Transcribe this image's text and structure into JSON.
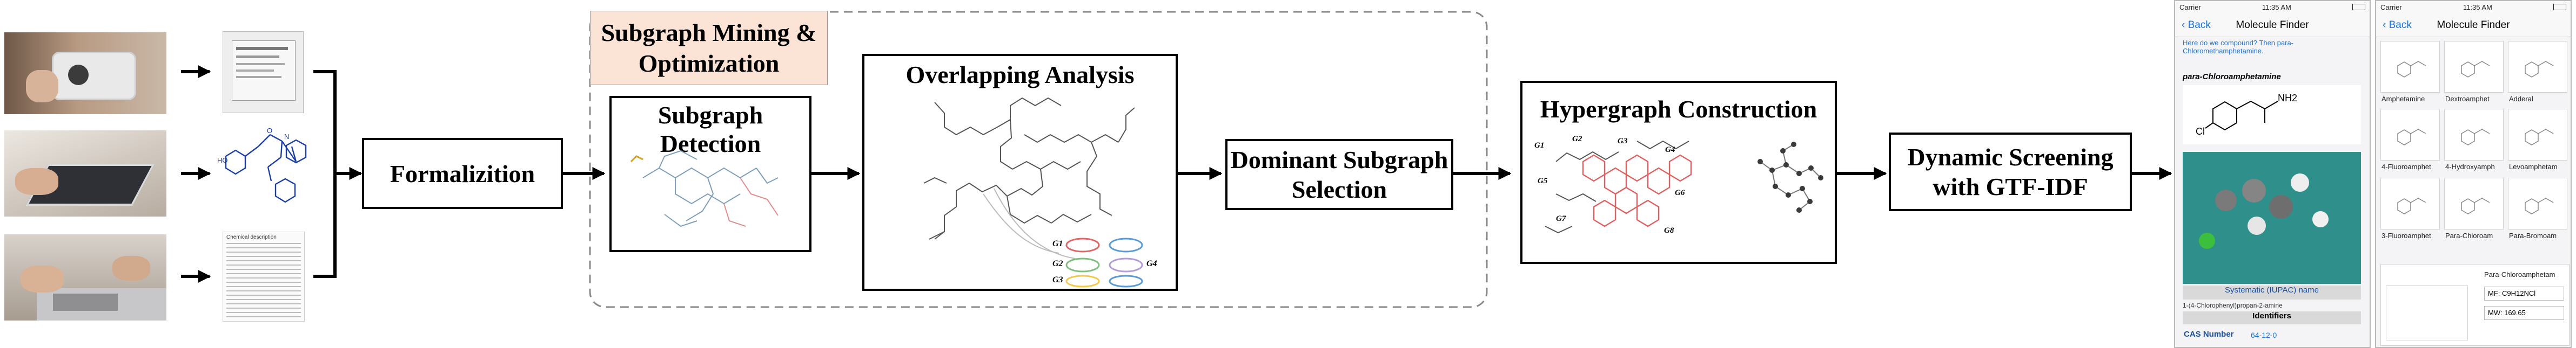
{
  "panels": {
    "mining_title": "Subgraph Mining & Optimization",
    "formalization": "Formalizition",
    "subgraph_detection": "Subgraph Detection",
    "overlapping_analysis": "Overlapping Analysis",
    "dominant_selection": "Dominant Subgraph Selection",
    "hypergraph": "Hypergraph Construction",
    "screening": "Dynamic Screening with GTF-IDF"
  },
  "overlap_legend": [
    "G1",
    "G2",
    "G3",
    "G4"
  ],
  "hyper_nodes": [
    "G1",
    "G2",
    "G3",
    "G4",
    "G5",
    "G6",
    "G7",
    "G8"
  ],
  "input_doc": {
    "title": "Chemical description"
  },
  "phone1": {
    "carrier": "Carrier",
    "time": "11:35 AM",
    "back": "Back",
    "title": "Molecule Finder",
    "intro": "Here do we compound? Then para-Chloromethamphetamine.",
    "compound": "para-Chloroamphetamine",
    "label_cl": "Cl",
    "label_nh2": "NH2",
    "iupac_label": "Systematic (IUPAC) name",
    "iupac_value": "1-(4-Chlorophenyl)propan-2-amine",
    "identifiers": "Identifiers",
    "cas_label": "CAS Number",
    "cas_value": "64-12-0"
  },
  "phone2": {
    "carrier": "Carrier",
    "time": "11:35 AM",
    "back": "Back",
    "title": "Molecule Finder",
    "grid": [
      "Amphetamine",
      "Dextroamphet",
      "Adderal",
      "4-Fluoroamphet",
      "4-Hydroxyamph",
      "Levoamphetam",
      "3-Fluoroamphet",
      "Para-Chloroam",
      "Para-Bromoam"
    ],
    "detail_name": "Para-Chloroamphetam",
    "mf": "MF: C9H12NCl",
    "mw": "MW: 169.65"
  }
}
